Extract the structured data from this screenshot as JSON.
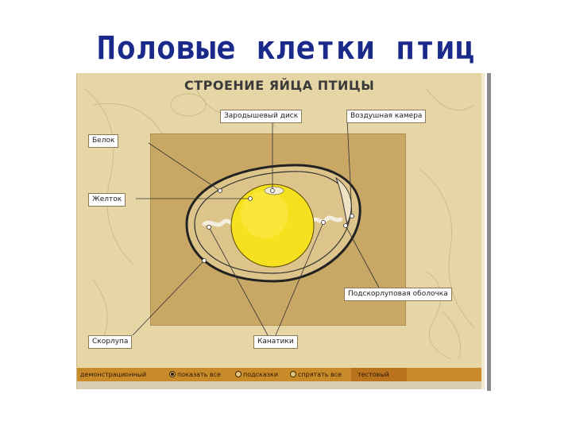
{
  "slide": {
    "title": "Половые клетки птиц"
  },
  "diagram": {
    "title": "СТРОЕНИЕ ЯЙЦА ПТИЦЫ",
    "labels": {
      "white": "Белок",
      "yolk": "Желток",
      "shell": "Скорлупа",
      "germinal_disc": "Зародышевый диск",
      "air_cell": "Воздушная камера",
      "shell_membrane": "Подскорлуповая оболочка",
      "chalazae": "Канатики"
    }
  },
  "bottom_bar": {
    "mode_demo": "демонстрационный",
    "show_all": "показать все",
    "hints": "подсказки",
    "hide_all": "спрятать все",
    "mode_test": "тестовый"
  },
  "colors": {
    "title": "#1a2a8a",
    "panel": "#e6d6a6",
    "inner_box": "#c9a765",
    "yolk": "#f7e11f",
    "bottom_bar": "#c98a2a"
  }
}
